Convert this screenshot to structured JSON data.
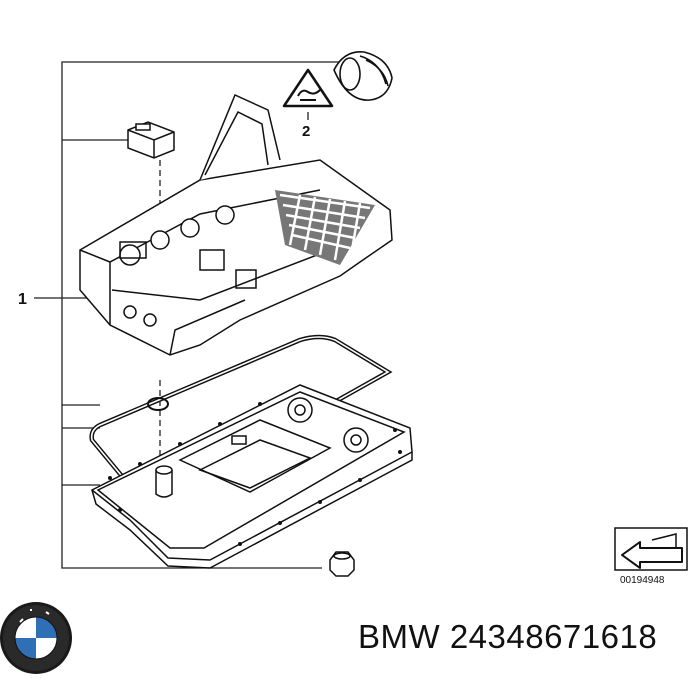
{
  "callouts": [
    {
      "id": "1",
      "label": "1"
    },
    {
      "id": "2",
      "label": "2"
    }
  ],
  "image_ref": "00194948",
  "footer": {
    "brand": "BMW",
    "part_number": "24348671618",
    "text": "BMW 24348671618"
  },
  "colors": {
    "line": "#1a1a1a",
    "grey": "#9a9a9a"
  }
}
